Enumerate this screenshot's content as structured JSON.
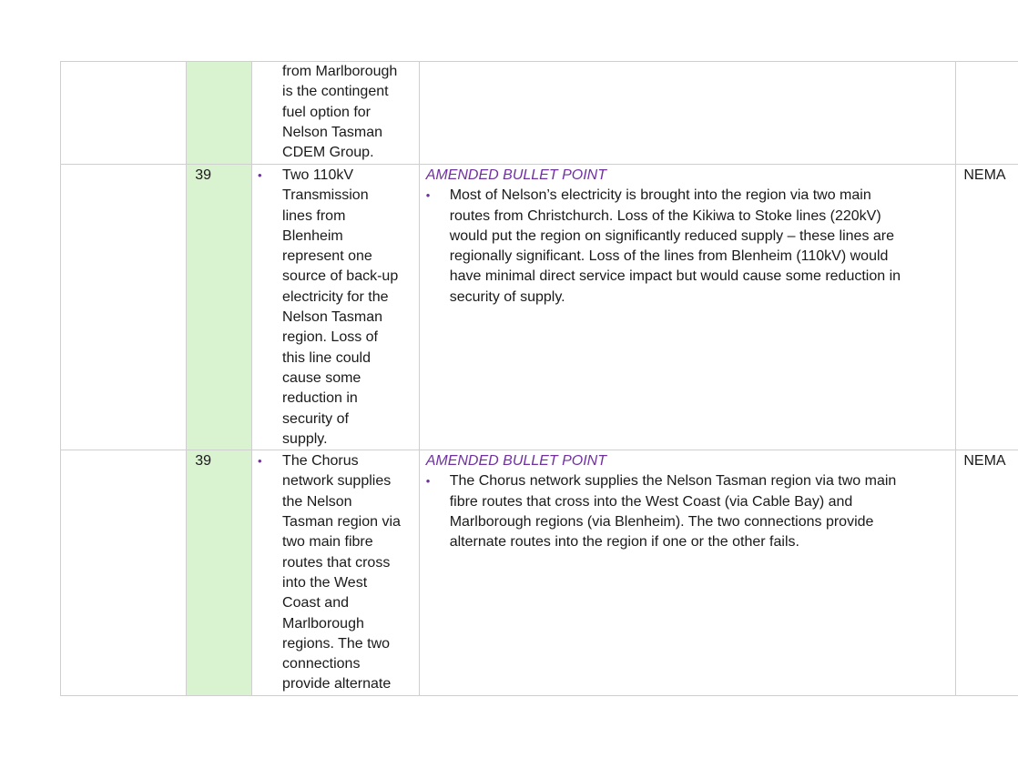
{
  "rows": [
    {
      "page_no": "",
      "original_text": "from Marlborough\nis the contingent\nfuel option for\nNelson Tasman\nCDEM Group.",
      "amend_title": "",
      "amend_text": "",
      "submitter": ""
    },
    {
      "page_no": "39",
      "original_text": "Two 110kV\nTransmission\nlines from\nBlenheim\nrepresent one\nsource of back-up\nelectricity for the\nNelson Tasman\nregion. Loss of\nthis line could\ncause some\nreduction in\nsecurity of\nsupply.",
      "amend_title": "AMENDED BULLET POINT",
      "amend_text": "Most of Nelson’s electricity is brought into the region via two main\nroutes from Christchurch. Loss of the Kikiwa to Stoke lines (220kV)\nwould put the region on significantly reduced supply – these lines are\nregionally significant. Loss of the lines from Blenheim (110kV) would\nhave minimal direct service impact but would cause some reduction in\nsecurity of supply.",
      "submitter": "NEMA"
    },
    {
      "page_no": "39",
      "original_text": "The Chorus\nnetwork supplies\nthe Nelson\nTasman region via\ntwo main fibre\nroutes that cross\ninto the West\nCoast and\nMarlborough\nregions. The two\nconnections\nprovide alternate",
      "amend_title": "AMENDED BULLET POINT",
      "amend_text": "The Chorus network supplies the Nelson Tasman region via two main\nfibre routes that cross into the West Coast (via Cable Bay) and\nMarlborough regions (via Blenheim). The two connections provide\nalternate routes into the region if one or the other fails.",
      "submitter": "NEMA"
    }
  ],
  "colors": {
    "page_column_bg": "#d9f2d0",
    "accent_purple": "#7030a0",
    "border": "#cfcfcf"
  },
  "icons": {
    "bullet": "•"
  }
}
